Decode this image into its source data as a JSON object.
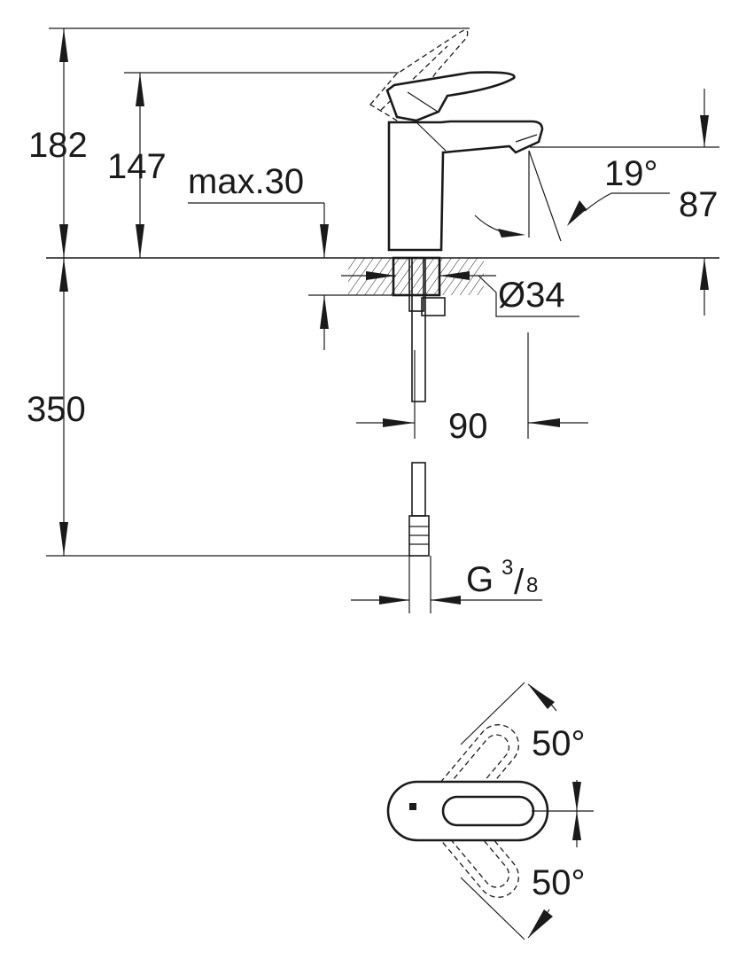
{
  "dimensions": {
    "total_height": "182",
    "lever_height": "147",
    "max_deck_thickness": "max.30",
    "spout_clearance": "87",
    "spout_angle": "19°",
    "deck_hole_diameter": "Ø34",
    "spout_reach": "90",
    "hose_length": "350",
    "connection_thread_main": "G",
    "connection_thread_numerator": "3",
    "connection_thread_denominator": "8",
    "lever_rotation_top": "50°",
    "lever_rotation_bottom": "50°"
  },
  "colors": {
    "line": "#1a1a1a",
    "background": "#ffffff"
  }
}
